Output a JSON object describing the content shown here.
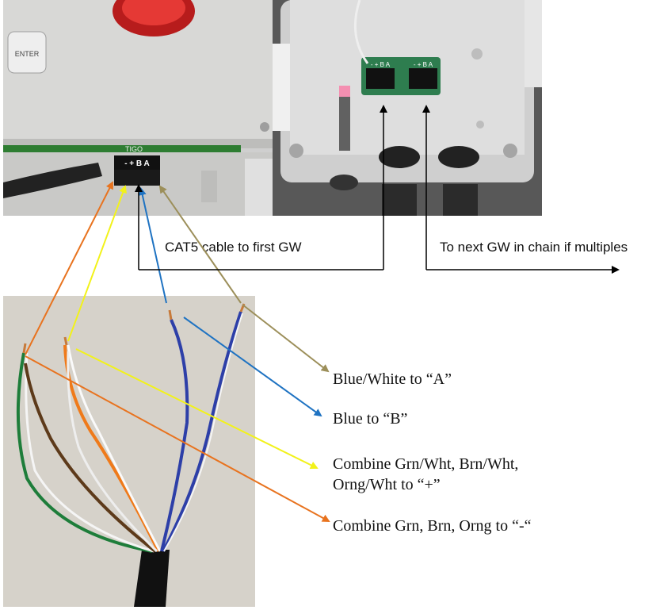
{
  "photos": {
    "controller": {
      "enter_button_label": "ENTER",
      "board_label": "TIGO",
      "terminal_label": "- + B A"
    },
    "gateway": {
      "terminal_left_label": "- + B A",
      "terminal_right_label": "- + B A"
    }
  },
  "labels": {
    "cat5_cable": "CAT5  cable to first GW",
    "next_gw": "To next GW in chain if multiples",
    "blue_white": "Blue/White to “A”",
    "blue": "Blue to “B”",
    "plus_line1": "Combine Grn/Wht, Brn/Wht,",
    "plus_line2": "Orng/Wht to “+”",
    "minus": "Combine Grn, Brn, Orng to “-“"
  },
  "colors": {
    "orange": "#e8731f",
    "yellow": "#f2f21a",
    "blue": "#1f73c2",
    "olive": "#9c8f5a",
    "black": "#000000"
  }
}
